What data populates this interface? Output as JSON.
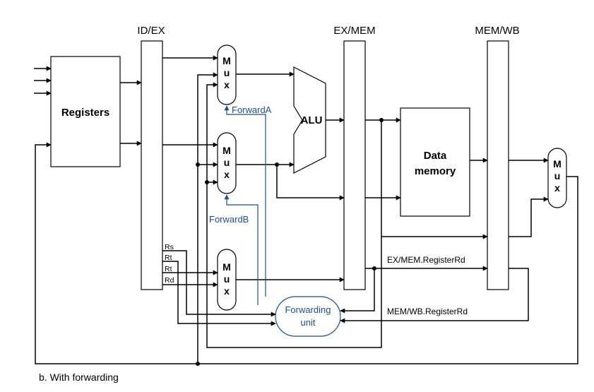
{
  "labels": {
    "id_ex": "ID/EX",
    "ex_mem": "EX/MEM",
    "mem_wb": "MEM/WB",
    "registers": "Registers",
    "alu": "ALU",
    "data_memory_1": "Data",
    "data_memory_2": "memory",
    "forward_a": "ForwardA",
    "forward_b": "ForwardB",
    "forwarding_unit_1": "Forwarding",
    "forwarding_unit_2": "unit",
    "ex_mem_registerrd": "EX/MEM.RegisterRd",
    "mem_wb_registerrd": "MEM/WB.RegisterRd",
    "rs": "Rs",
    "rt_1": "Rt",
    "rt_2": "Rt",
    "rd": "Rd",
    "mux_m": "M",
    "mux_u": "u",
    "mux_x": "x",
    "caption": "b. With forwarding"
  },
  "colors": {
    "forwarding": "#1f4e8c",
    "line": "#000000"
  }
}
